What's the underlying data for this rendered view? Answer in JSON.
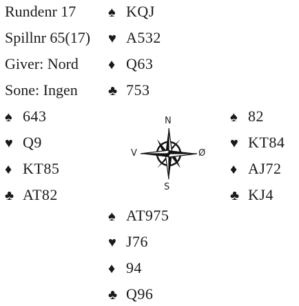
{
  "info": {
    "board_label": "Rundenr 17",
    "deal_label": "Spillnr 65(17)",
    "dealer_label": "Giver: Nord",
    "vulnerability_label": "Sone: Ingen"
  },
  "suits": {
    "spade": "♠",
    "heart": "♥",
    "diamond": "♦",
    "club": "♣"
  },
  "hands": {
    "north": {
      "spades": "KQJ",
      "hearts": "A532",
      "diamonds": "Q63",
      "clubs": "753"
    },
    "west": {
      "spades": "643",
      "hearts": "Q9",
      "diamonds": "KT85",
      "clubs": "AT82"
    },
    "east": {
      "spades": "82",
      "hearts": "KT84",
      "diamonds": "AJ72",
      "clubs": "KJ4"
    },
    "south": {
      "spades": "AT975",
      "hearts": "J76",
      "diamonds": "94",
      "clubs": "Q96"
    }
  },
  "compass": {
    "north": "N",
    "south": "S",
    "west": "V",
    "east": "Ø",
    "icon": "compass-rose-icon"
  }
}
